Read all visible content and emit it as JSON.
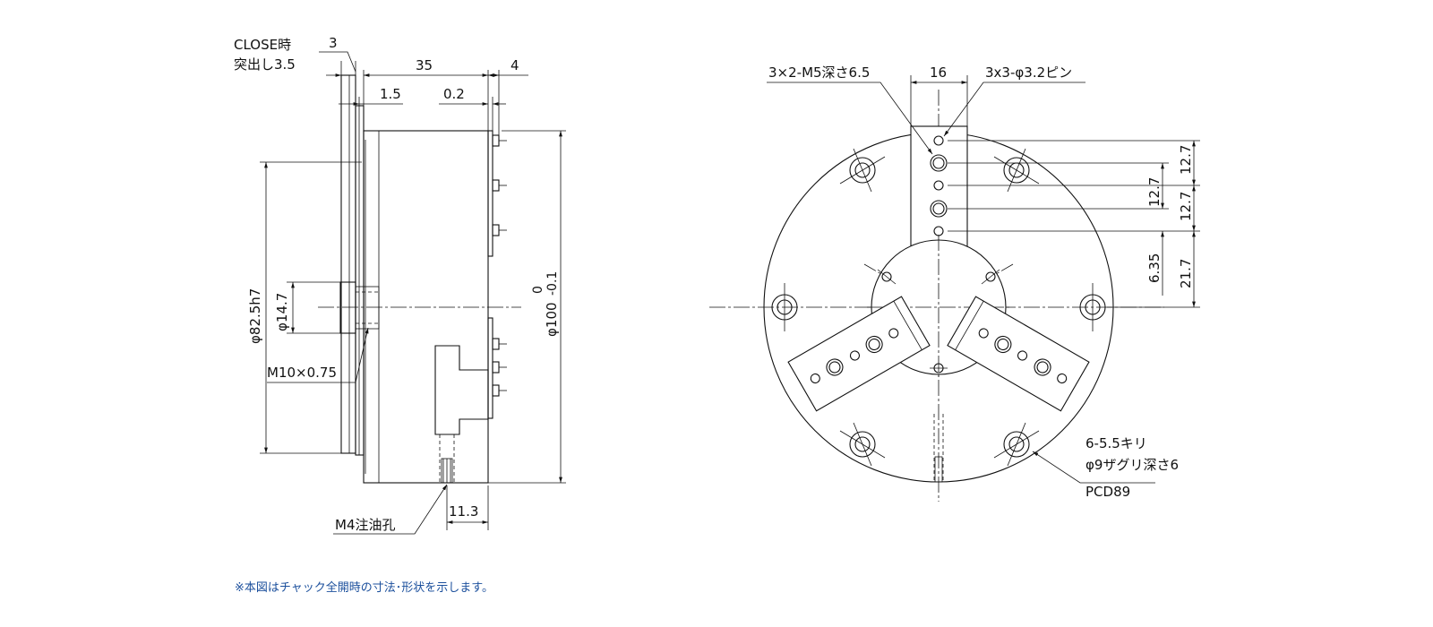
{
  "side_view": {
    "close_note_line1": "CLOSE時",
    "close_note_line2": "突出し3.5",
    "dim_3": "3",
    "dim_35": "35",
    "dim_4": "4",
    "dim_1_5": "1.5",
    "dim_0_2": "0.2",
    "dim_phi82": "φ82.5h7",
    "dim_phi14": "φ14.7",
    "dim_phi100": "φ100",
    "tol_upper": "0",
    "tol_lower": "-0.1",
    "thread": "M10×0.75",
    "oil_hole": "M4注油孔",
    "dim_11_3": "11.3"
  },
  "front_view": {
    "tap_note": "3×2-M5深さ6.5",
    "pin_note": "3x3-φ3.2ピン",
    "dim_16": "16",
    "dim_12_7_a": "12.7",
    "dim_12_7_b": "12.7",
    "dim_12_7_c": "12.7",
    "dim_6_35": "6.35",
    "dim_21_7": "21.7",
    "bolt_line1": "6-5.5キリ",
    "bolt_line2": "φ9ザグリ深さ6",
    "bolt_line3": "PCD89"
  },
  "footnote": "※本図はチャック全開時の寸法･形状を示します。"
}
